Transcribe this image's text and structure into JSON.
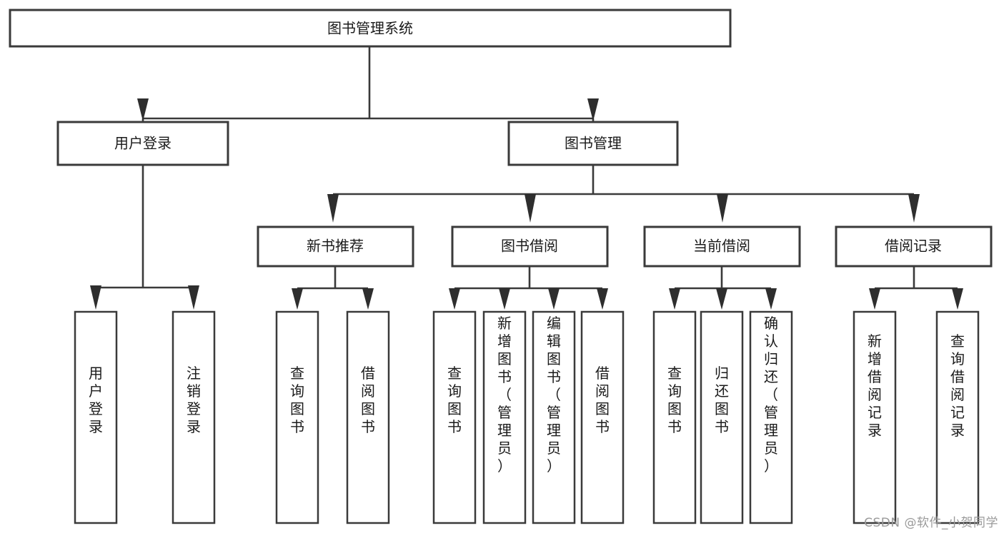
{
  "diagram": {
    "type": "tree-hierarchy",
    "title": "图书管理系统",
    "watermark": "CSDN @软件_小贺同学",
    "colors": {
      "box_stroke": "#3a3a3a",
      "box_fill": "#ffffff",
      "connector": "#3a3a3a",
      "text": "#1a1a1a",
      "watermark": "#9a9a9a",
      "background": "#ffffff"
    },
    "root": {
      "id": "root",
      "label": "图书管理系统"
    },
    "level2": [
      {
        "id": "user-login",
        "label": "用户登录"
      },
      {
        "id": "book-management",
        "label": "图书管理"
      }
    ],
    "level3": [
      {
        "id": "new-book-recommend",
        "label": "新书推荐",
        "parent": "book-management"
      },
      {
        "id": "book-borrow",
        "label": "图书借阅",
        "parent": "book-management"
      },
      {
        "id": "current-borrow",
        "label": "当前借阅",
        "parent": "book-management"
      },
      {
        "id": "borrow-record",
        "label": "借阅记录",
        "parent": "book-management"
      }
    ],
    "leaves": [
      {
        "id": "leaf-user-login",
        "label": "用户登录",
        "parent": "user-login"
      },
      {
        "id": "leaf-logout-login",
        "label": "注销登录",
        "parent": "user-login"
      },
      {
        "id": "leaf-query-book-1",
        "label": "查询图书",
        "parent": "new-book-recommend"
      },
      {
        "id": "leaf-borrow-book-1",
        "label": "借阅图书",
        "parent": "new-book-recommend"
      },
      {
        "id": "leaf-query-book-2",
        "label": "查询图书",
        "parent": "book-borrow"
      },
      {
        "id": "leaf-add-book",
        "label": "新增图书（管理员）",
        "parent": "book-borrow"
      },
      {
        "id": "leaf-edit-book",
        "label": "编辑图书（管理员）",
        "parent": "book-borrow"
      },
      {
        "id": "leaf-borrow-book-2",
        "label": "借阅图书",
        "parent": "book-borrow"
      },
      {
        "id": "leaf-query-book-3",
        "label": "查询图书",
        "parent": "current-borrow"
      },
      {
        "id": "leaf-return-book",
        "label": "归还图书",
        "parent": "current-borrow"
      },
      {
        "id": "leaf-confirm-return",
        "label": "确认归还（管理员）",
        "parent": "current-borrow"
      },
      {
        "id": "leaf-add-record",
        "label": "新增借阅记录",
        "parent": "borrow-record"
      },
      {
        "id": "leaf-query-record",
        "label": "查询借阅记录",
        "parent": "borrow-record"
      }
    ]
  }
}
